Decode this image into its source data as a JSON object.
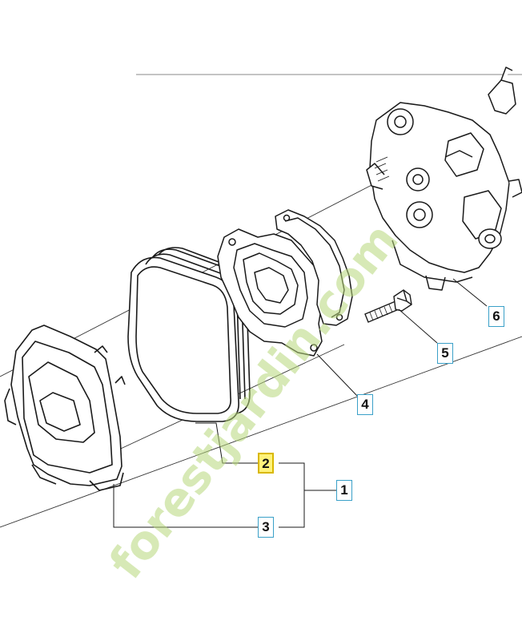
{
  "diagram": {
    "callouts": [
      {
        "id": "1",
        "label": "1",
        "highlighted": false
      },
      {
        "id": "2",
        "label": "2",
        "highlighted": true
      },
      {
        "id": "3",
        "label": "3",
        "highlighted": false
      },
      {
        "id": "4",
        "label": "4",
        "highlighted": false
      },
      {
        "id": "5",
        "label": "5",
        "highlighted": false
      },
      {
        "id": "6",
        "label": "6",
        "highlighted": false
      }
    ]
  },
  "watermark": {
    "text": "forestjardin.com"
  },
  "colors": {
    "callout_border": "#3aa0c8",
    "highlight_fill": "#fff27a",
    "highlight_border": "#d9b800",
    "watermark": "#b8d87c",
    "line": "#222222"
  }
}
